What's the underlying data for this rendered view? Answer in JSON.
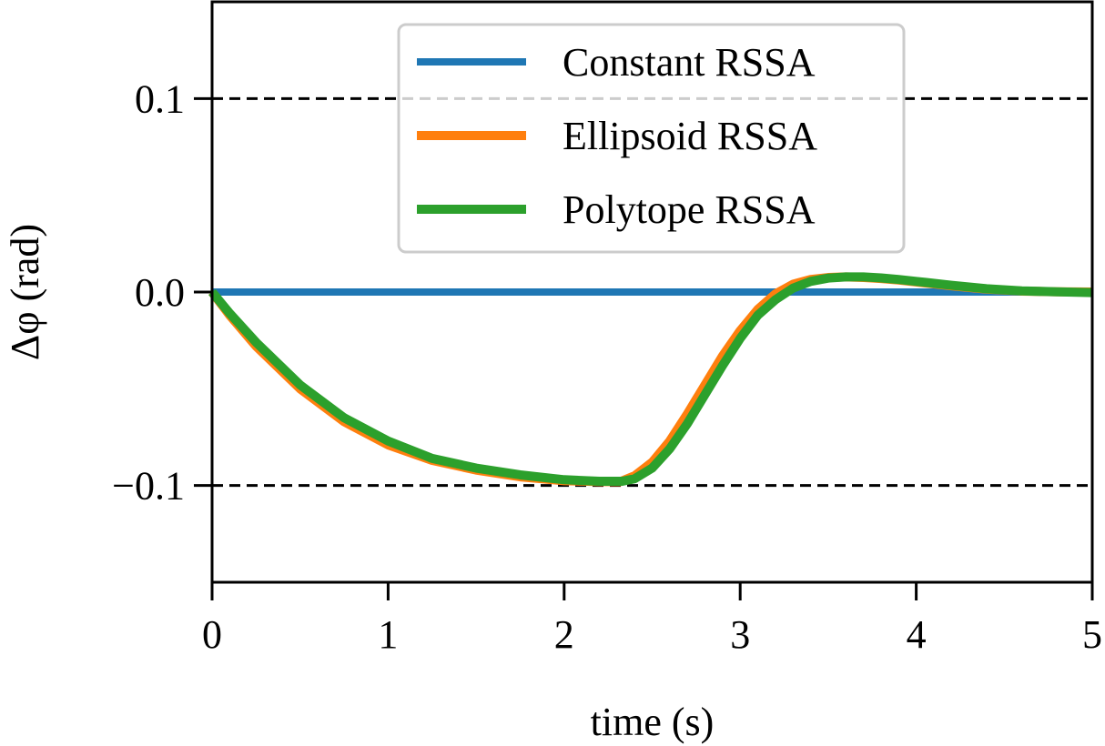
{
  "chart_data": {
    "type": "line",
    "xlabel": "time (s)",
    "ylabel": "Δφ (rad)",
    "xlim": [
      0,
      5
    ],
    "ylim": [
      -0.15,
      0.15
    ],
    "xticks": [
      0,
      1,
      2,
      3,
      4,
      5
    ],
    "xtick_labels": [
      "0",
      "1",
      "2",
      "3",
      "4",
      "5"
    ],
    "yticks": [
      -0.1,
      0.0,
      0.1
    ],
    "ytick_labels": [
      "−0.1",
      "0.0",
      "0.1"
    ],
    "grid": false,
    "legend_position": "top-center",
    "reference_lines": [
      {
        "y": 0.1,
        "style": "dashed",
        "color": "#000000"
      },
      {
        "y": -0.1,
        "style": "dashed",
        "color": "#000000"
      }
    ],
    "series": [
      {
        "name": "Constant RSSA",
        "color": "#1f77b4",
        "x": [
          0,
          5
        ],
        "y": [
          0,
          0
        ]
      },
      {
        "name": "Ellipsoid RSSA",
        "color": "#ff7f0e",
        "x": [
          0,
          0.1,
          0.25,
          0.5,
          0.75,
          1.0,
          1.25,
          1.5,
          1.75,
          2.0,
          2.2,
          2.32,
          2.4,
          2.5,
          2.6,
          2.7,
          2.8,
          2.9,
          3.0,
          3.1,
          3.2,
          3.3,
          3.4,
          3.5,
          3.6,
          3.7,
          3.8,
          3.9,
          4.0,
          4.2,
          4.4,
          4.6,
          4.8,
          5.0
        ],
        "y": [
          0,
          -0.012,
          -0.028,
          -0.05,
          -0.067,
          -0.079,
          -0.087,
          -0.092,
          -0.0955,
          -0.0975,
          -0.098,
          -0.098,
          -0.095,
          -0.088,
          -0.077,
          -0.063,
          -0.048,
          -0.033,
          -0.02,
          -0.009,
          -0.001,
          0.004,
          0.0065,
          0.0075,
          0.0078,
          0.0075,
          0.007,
          0.0062,
          0.0052,
          0.0032,
          0.0015,
          0.0005,
          0.0001,
          0
        ]
      },
      {
        "name": "Polytope RSSA",
        "color": "#2ca02c",
        "x": [
          0,
          0.1,
          0.25,
          0.5,
          0.75,
          1.0,
          1.25,
          1.5,
          1.75,
          2.0,
          2.2,
          2.33,
          2.4,
          2.5,
          2.6,
          2.7,
          2.8,
          2.9,
          3.0,
          3.1,
          3.2,
          3.3,
          3.4,
          3.5,
          3.6,
          3.7,
          3.8,
          3.9,
          4.0,
          4.2,
          4.4,
          4.6,
          4.8,
          5.0
        ],
        "y": [
          0,
          -0.011,
          -0.026,
          -0.048,
          -0.065,
          -0.077,
          -0.086,
          -0.091,
          -0.0945,
          -0.097,
          -0.0978,
          -0.0978,
          -0.0965,
          -0.091,
          -0.081,
          -0.068,
          -0.053,
          -0.038,
          -0.024,
          -0.012,
          -0.004,
          0.002,
          0.0055,
          0.0072,
          0.0078,
          0.0078,
          0.0073,
          0.0065,
          0.0055,
          0.0035,
          0.0017,
          0.0006,
          0.0001,
          -0.0003
        ]
      }
    ]
  }
}
